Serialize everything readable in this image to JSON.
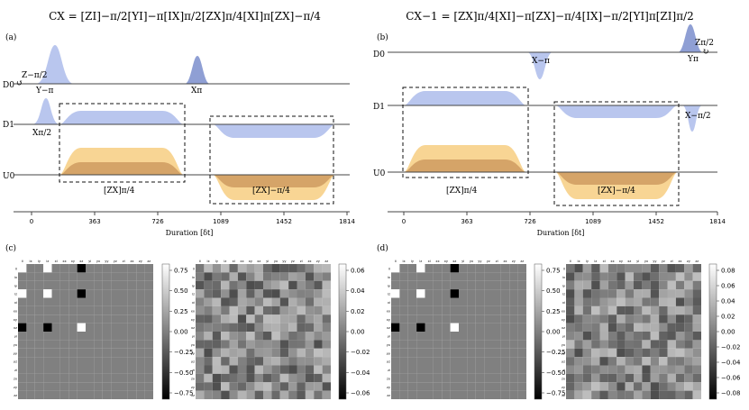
{
  "panel_a": {
    "letter": "(a)",
    "equation": "CX = [ZI]−π/2[YI]−π[IX]π/2[ZX]π/4[XI]π[ZX]−π/4",
    "lanes": [
      "D0",
      "D1",
      "U0"
    ],
    "pulse_labels": [
      "Z−π/2",
      "Y−π",
      "Xπ",
      "Xπ/2",
      "[ZX]π/4",
      "[ZX]−π/4"
    ],
    "xaxis_ticks": [
      "0",
      "363",
      "726",
      "1089",
      "1452",
      "1814"
    ],
    "xaxis_label": "Duration [δt]"
  },
  "panel_b": {
    "letter": "(b)",
    "equation": "CX−1 = [ZX]π/4[XI]−π[ZX]−π/4[IX]−π/2[YI]π[ZI]π/2",
    "lanes": [
      "D0",
      "D1",
      "U0"
    ],
    "pulse_labels": [
      "X−π",
      "Zπ/2",
      "Yπ",
      "X−π/2",
      "[ZX]π/4",
      "[ZX]−π/4"
    ],
    "xaxis_ticks": [
      "0",
      "363",
      "726",
      "1089",
      "1452",
      "1814"
    ],
    "xaxis_label": "Duration [δt]"
  },
  "panel_c": {
    "letter": "(c)",
    "colorbar_left": [
      "0.75",
      "0.50",
      "0.25",
      "0.00",
      "−0.25",
      "−0.50",
      "−0.75"
    ],
    "colorbar_right": [
      "0.06",
      "0.04",
      "0.02",
      "0.00",
      "−0.02",
      "−0.04",
      "−0.06"
    ]
  },
  "panel_d": {
    "letter": "(d)",
    "colorbar_left": [
      "0.75",
      "0.50",
      "0.25",
      "0.00",
      "−0.25",
      "−0.50",
      "−0.75"
    ],
    "colorbar_right": [
      "0.08",
      "0.06",
      "0.04",
      "0.02",
      "0.00",
      "−0.02",
      "−0.04",
      "−0.06",
      "−0.08"
    ]
  },
  "matrix_labels": [
    "ii",
    "ix",
    "iy",
    "iz",
    "xi",
    "xx",
    "xy",
    "xz",
    "yi",
    "yx",
    "yy",
    "yz",
    "zi",
    "zx",
    "zy",
    "zz"
  ],
  "colors": {
    "blue_pulse": "#b9c6ee",
    "blue_dark": "#8f9fd4",
    "orange_pulse": "#f8d594",
    "orange_dark": "#d5a468"
  }
}
